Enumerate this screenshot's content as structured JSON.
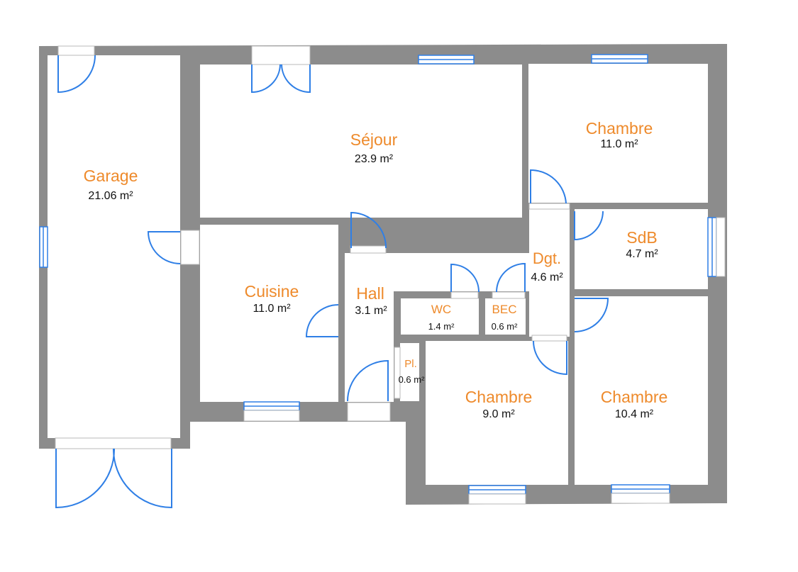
{
  "colors": {
    "wall": "#8c8c8c",
    "floor": "#ffffff",
    "room_label": "#ee8a2b",
    "area_label": "#111111",
    "fixture": "#2f7fe6"
  },
  "rooms": {
    "garage": {
      "name": "Garage",
      "area": "21.06 m²"
    },
    "sejour": {
      "name": "Séjour",
      "area": "23.9 m²"
    },
    "chambre_ne": {
      "name": "Chambre",
      "area": "11.0 m²"
    },
    "sdb": {
      "name": "SdB",
      "area": "4.7 m²"
    },
    "cuisine": {
      "name": "Cuisine",
      "area": "11.0 m²"
    },
    "hall": {
      "name": "Hall",
      "area": "3.1 m²"
    },
    "dgt": {
      "name": "Dgt.",
      "area": "4.6 m²"
    },
    "wc": {
      "name": "WC",
      "area": "1.4 m²"
    },
    "bec": {
      "name": "BEC",
      "area": "0.6 m²"
    },
    "pl": {
      "name": "Pl.",
      "area": "0.6 m²"
    },
    "chambre_s": {
      "name": "Chambre",
      "area": "9.0 m²"
    },
    "chambre_se": {
      "name": "Chambre",
      "area": "10.4 m²"
    }
  }
}
